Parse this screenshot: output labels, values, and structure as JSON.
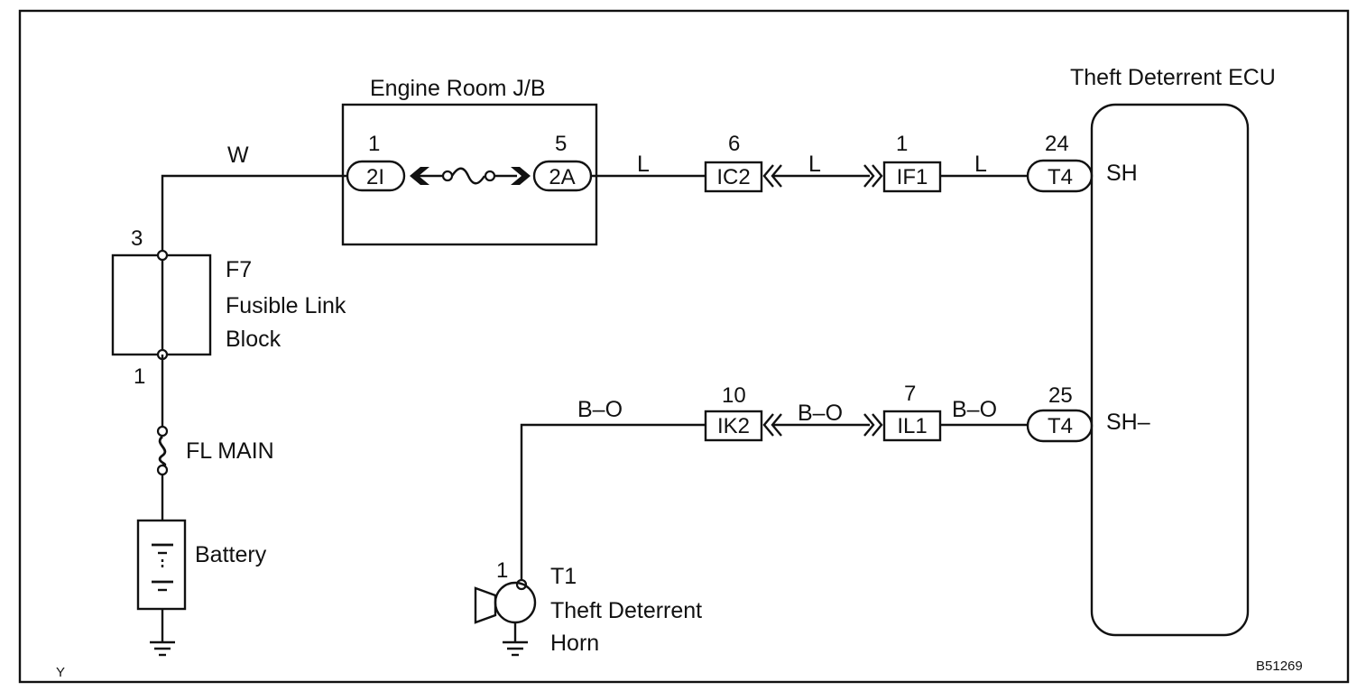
{
  "diagram": {
    "jb_title": "Engine Room J/B",
    "ecu_title": "Theft Deterrent ECU",
    "fusible_link": {
      "code": "F7",
      "line1": "Fusible Link",
      "line2": "Block",
      "pin_top": "3",
      "pin_bottom": "1"
    },
    "fl_main": "FL MAIN",
    "battery": "Battery",
    "horn": {
      "code": "T1",
      "line1": "Theft Deterrent",
      "line2": "Horn",
      "pin": "1"
    },
    "wires": {
      "w": "W",
      "l1": "L",
      "l2": "L",
      "l3": "L",
      "bo1": "B–O",
      "bo2": "B–O",
      "bo3": "B–O"
    },
    "jb_connectors": {
      "left_pin": "1",
      "left_label": "2I",
      "right_pin": "5",
      "right_label": "2A"
    },
    "upper_connectors": {
      "ic2_pin": "6",
      "ic2_label": "IC2",
      "if1_pin": "1",
      "if1_label": "IF1",
      "t4_pin": "24",
      "t4_label": "T4",
      "terminal": "SH"
    },
    "lower_connectors": {
      "ik2_pin": "10",
      "ik2_label": "IK2",
      "il1_pin": "7",
      "il1_label": "IL1",
      "t4_pin": "25",
      "t4_label": "T4",
      "terminal": "SH–"
    },
    "corner_left": "Y",
    "corner_right": "B51269"
  }
}
